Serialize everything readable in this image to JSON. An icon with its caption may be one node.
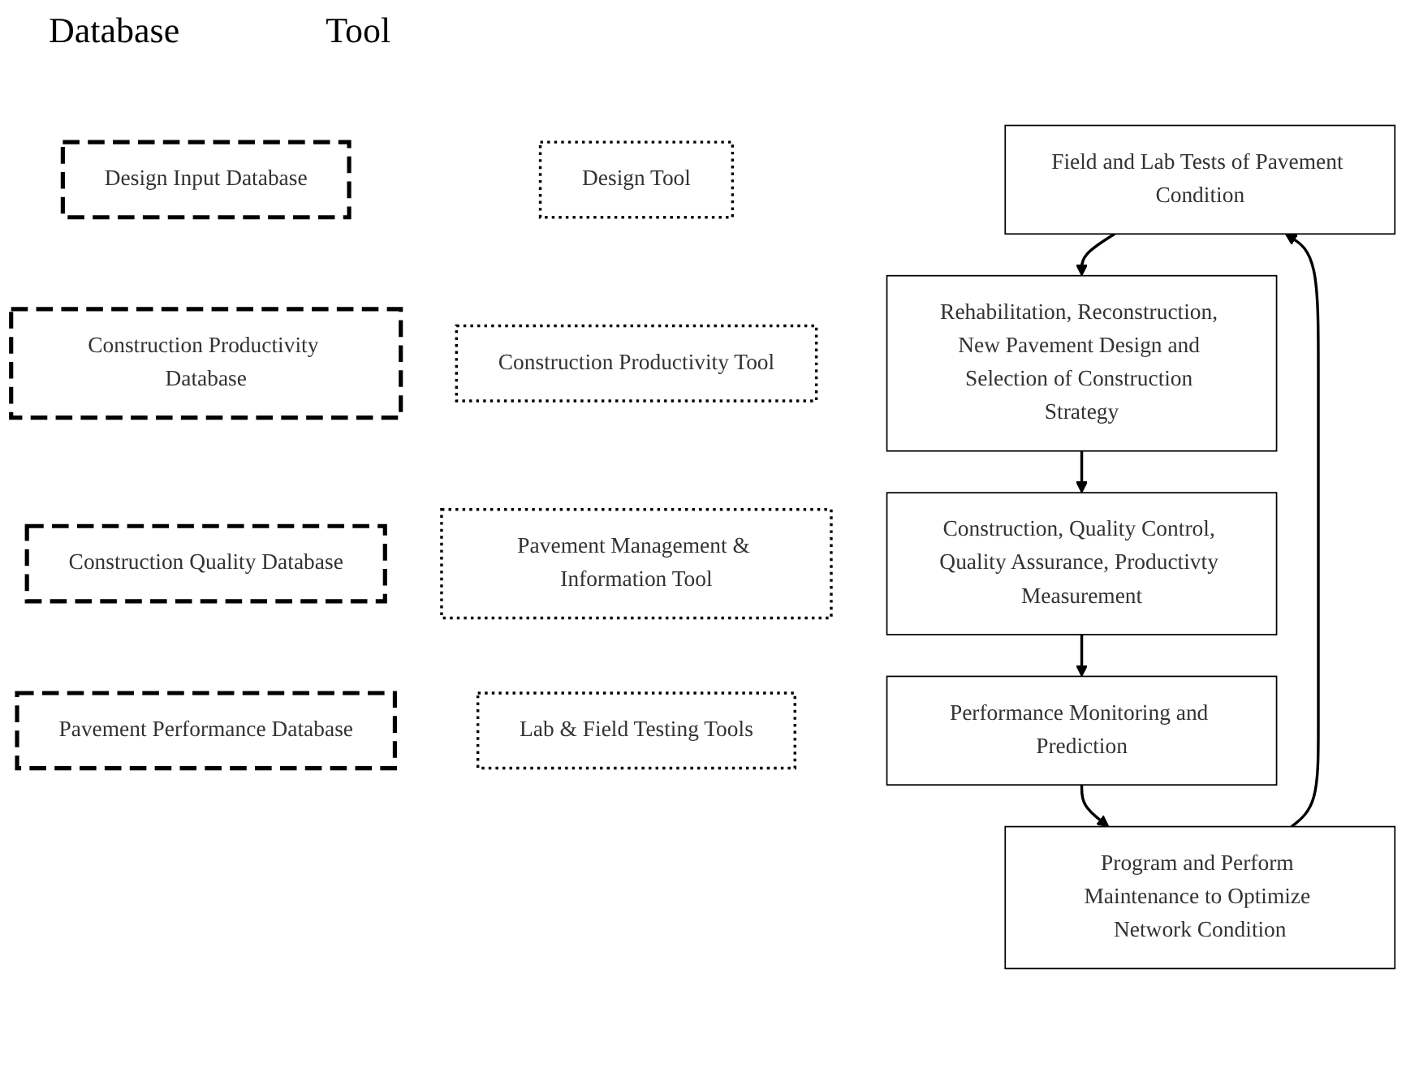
{
  "diagram": {
    "nodes": [
      {
        "text": [
          "Design Input Database"
        ]
      },
      {
        "text": [
          "Construction Productivity Database"
        ]
      },
      {
        "text": [
          "Construction Quality Database"
        ]
      },
      {
        "text": [
          "Pavement Performance Database"
        ]
      },
      {
        "text": [
          "Design Tool"
        ]
      },
      {
        "text": [
          "Construction Productivity Tool"
        ]
      },
      {
        "text": [
          "Pavement Management & Information Tool"
        ]
      },
      {
        "text": [
          "Lab & Field Testing Tools"
        ]
      },
      {
        "text": [
          "Field and Lab Tests of Pavement Condition"
        ]
      },
      {
        "text": [
          "Rehabilitation, Reconstruction, New Pavement Design and Selection of Construction Strategy"
        ]
      },
      {
        "text": [
          "Construction, Quality Control, Quality Assurance, Productivty Measurement"
        ]
      },
      {
        "text": [
          "Performance Monitoring and Prediction"
        ]
      },
      {
        "text": [
          "Program and Perform Maintenance to Optimize Network Condition"
        ]
      }
    ],
    "edges": [
      {
        "from": 8,
        "to": 9,
        "arrow": "to"
      },
      {
        "from": 9,
        "to": 10,
        "arrow": "to"
      },
      {
        "from": 10,
        "to": 11,
        "arrow": "to"
      },
      {
        "from": 11,
        "to": 12,
        "arrow": "to"
      },
      {
        "from": 12,
        "to": 8,
        "arrow": "to"
      }
    ],
    "labels": [
      "Database",
      "Tool"
    ]
  }
}
